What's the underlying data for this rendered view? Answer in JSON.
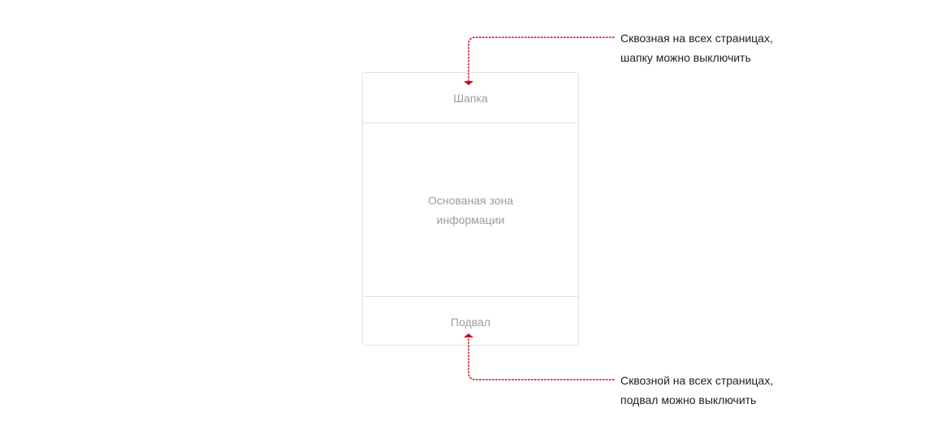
{
  "diagram": {
    "header_label": "Шапка",
    "main_label": "Основаная зона информации",
    "footer_label": "Подвал"
  },
  "annotations": {
    "top": "Сквозная на всех страницах,\nшапку можно выключить",
    "bottom": "Сквозной на всех страницах,\nподвал можно выключить"
  },
  "colors": {
    "connector": "#d0021b",
    "border": "#e2e2e2",
    "zone_text": "#9c9c9c",
    "note_text": "#222222"
  }
}
